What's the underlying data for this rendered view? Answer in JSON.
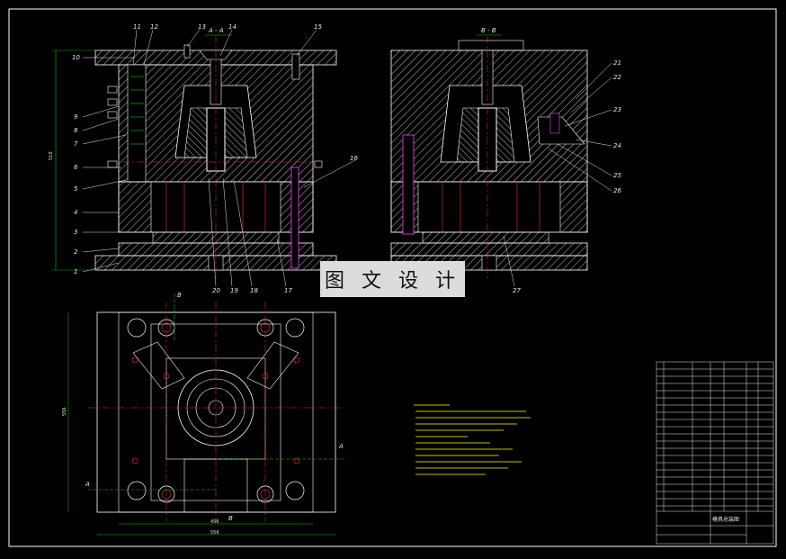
{
  "section_labels": {
    "aa": "A - A",
    "bb": "B - B"
  },
  "part_numbers": [
    "1",
    "2",
    "3",
    "4",
    "5",
    "6",
    "7",
    "8",
    "9",
    "10",
    "11",
    "12",
    "13",
    "14",
    "15",
    "16",
    "17",
    "18",
    "19",
    "20",
    "21",
    "22",
    "23",
    "24",
    "25",
    "26",
    "27"
  ],
  "dimensions": {
    "height_left": "510",
    "width_inner": "456",
    "width_outer": "556",
    "height_plan": "556"
  },
  "section_marks": {
    "a": "A",
    "b": "B"
  },
  "watermark_text": "图 文 设 计",
  "title_block": {
    "title": "模具总装图"
  },
  "colors": {
    "background": "#000000",
    "frame": "#ffffff",
    "hatch": "#c8c8c8",
    "center_line": "#ff3030",
    "dimension": "#00d000",
    "notes": "#ffff00",
    "part": "#ff40ff"
  }
}
